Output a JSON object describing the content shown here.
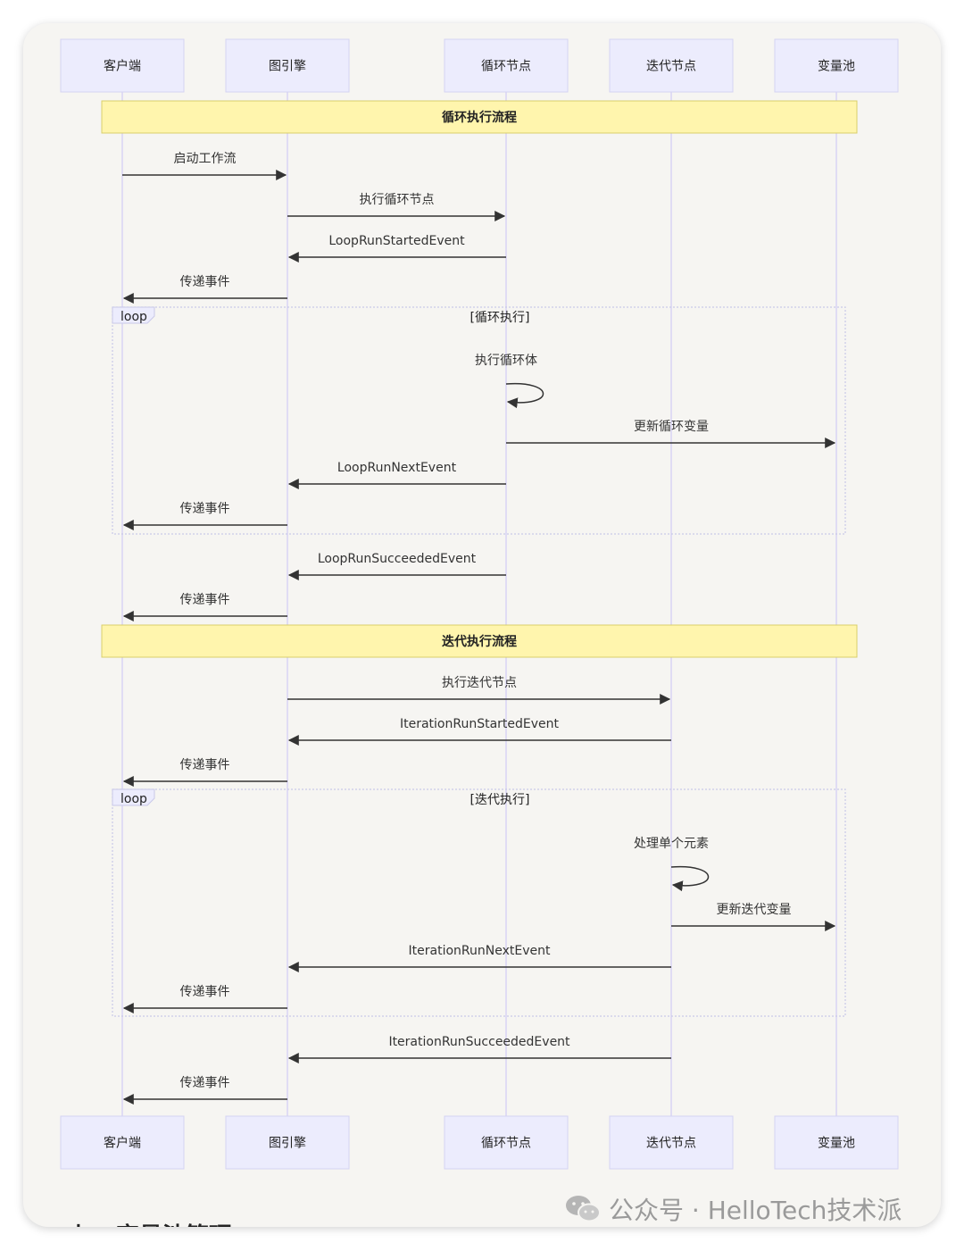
{
  "actors": [
    "客户端",
    "图引擎",
    "循环节点",
    "迭代节点",
    "变量池"
  ],
  "notes": [
    "循环执行流程",
    "迭代执行流程"
  ],
  "loops": [
    {
      "tag": "loop",
      "condition": "[循环执行]"
    },
    {
      "tag": "loop",
      "condition": "[迭代执行]"
    }
  ],
  "messages": [
    {
      "text": "启动工作流"
    },
    {
      "text": "执行循环节点"
    },
    {
      "text": "LoopRunStartedEvent"
    },
    {
      "text": "传递事件"
    },
    {
      "text": "执行循环体"
    },
    {
      "text": "更新循环变量"
    },
    {
      "text": "LoopRunNextEvent"
    },
    {
      "text": "传递事件"
    },
    {
      "text": "LoopRunSucceededEvent"
    },
    {
      "text": "传递事件"
    },
    {
      "text": "执行迭代节点"
    },
    {
      "text": "IterationRunStartedEvent"
    },
    {
      "text": "传递事件"
    },
    {
      "text": "处理单个元素"
    },
    {
      "text": "更新迭代变量"
    },
    {
      "text": "IterationRunNextEvent"
    },
    {
      "text": "传递事件"
    },
    {
      "text": "IterationRunSucceededEvent"
    },
    {
      "text": "传递事件"
    }
  ],
  "heading_partial": "七、变量池管理",
  "watermark": {
    "icon": "wechat-icon",
    "text": "公众号 · HelloTech技术派"
  },
  "colors": {
    "actor_fill": "#ececfd",
    "actor_stroke": "#d4d3f2",
    "lifeline": "#d8d3f5",
    "note_fill": "#fff5ad",
    "note_stroke": "#d9cf6a",
    "arrow": "#333333",
    "loop_border": "#c9c9e8"
  }
}
